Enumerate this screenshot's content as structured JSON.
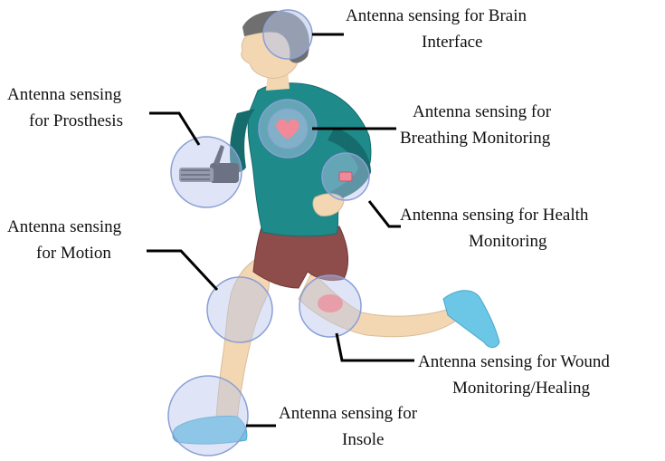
{
  "labels": {
    "brain_1": "Antenna sensing for Brain",
    "brain_2": "Interface",
    "prosthesis_1": "Antenna sensing",
    "prosthesis_2": "for Prosthesis",
    "breathing_1": "Antenna sensing for",
    "breathing_2": "Breathing Monitoring",
    "health_1": "Antenna sensing for Health",
    "health_2": "Monitoring",
    "motion_1": "Antenna sensing",
    "motion_2": "for Motion",
    "wound_1": "Antenna sensing for Wound",
    "wound_2": "Monitoring/Healing",
    "insole_1": "Antenna sensing for",
    "insole_2": "Insole"
  },
  "colors": {
    "skin": "#f3d6b2",
    "skin_shadow": "#cfb496",
    "hair": "#6f6f6f",
    "shirt": "#1f8a8a",
    "shirt_dark": "#166c6c",
    "shorts": "#8e4c4a",
    "shoe": "#6cc6e6",
    "sensor_fill": "#b7c6ea",
    "sensor_stroke": "#8a9fd6",
    "heart": "#f08a98",
    "leader_line": "#000000"
  },
  "icons": [
    "heart-icon",
    "prosthetic-hand-icon",
    "wound-icon",
    "wrist-sensor-icon"
  ]
}
